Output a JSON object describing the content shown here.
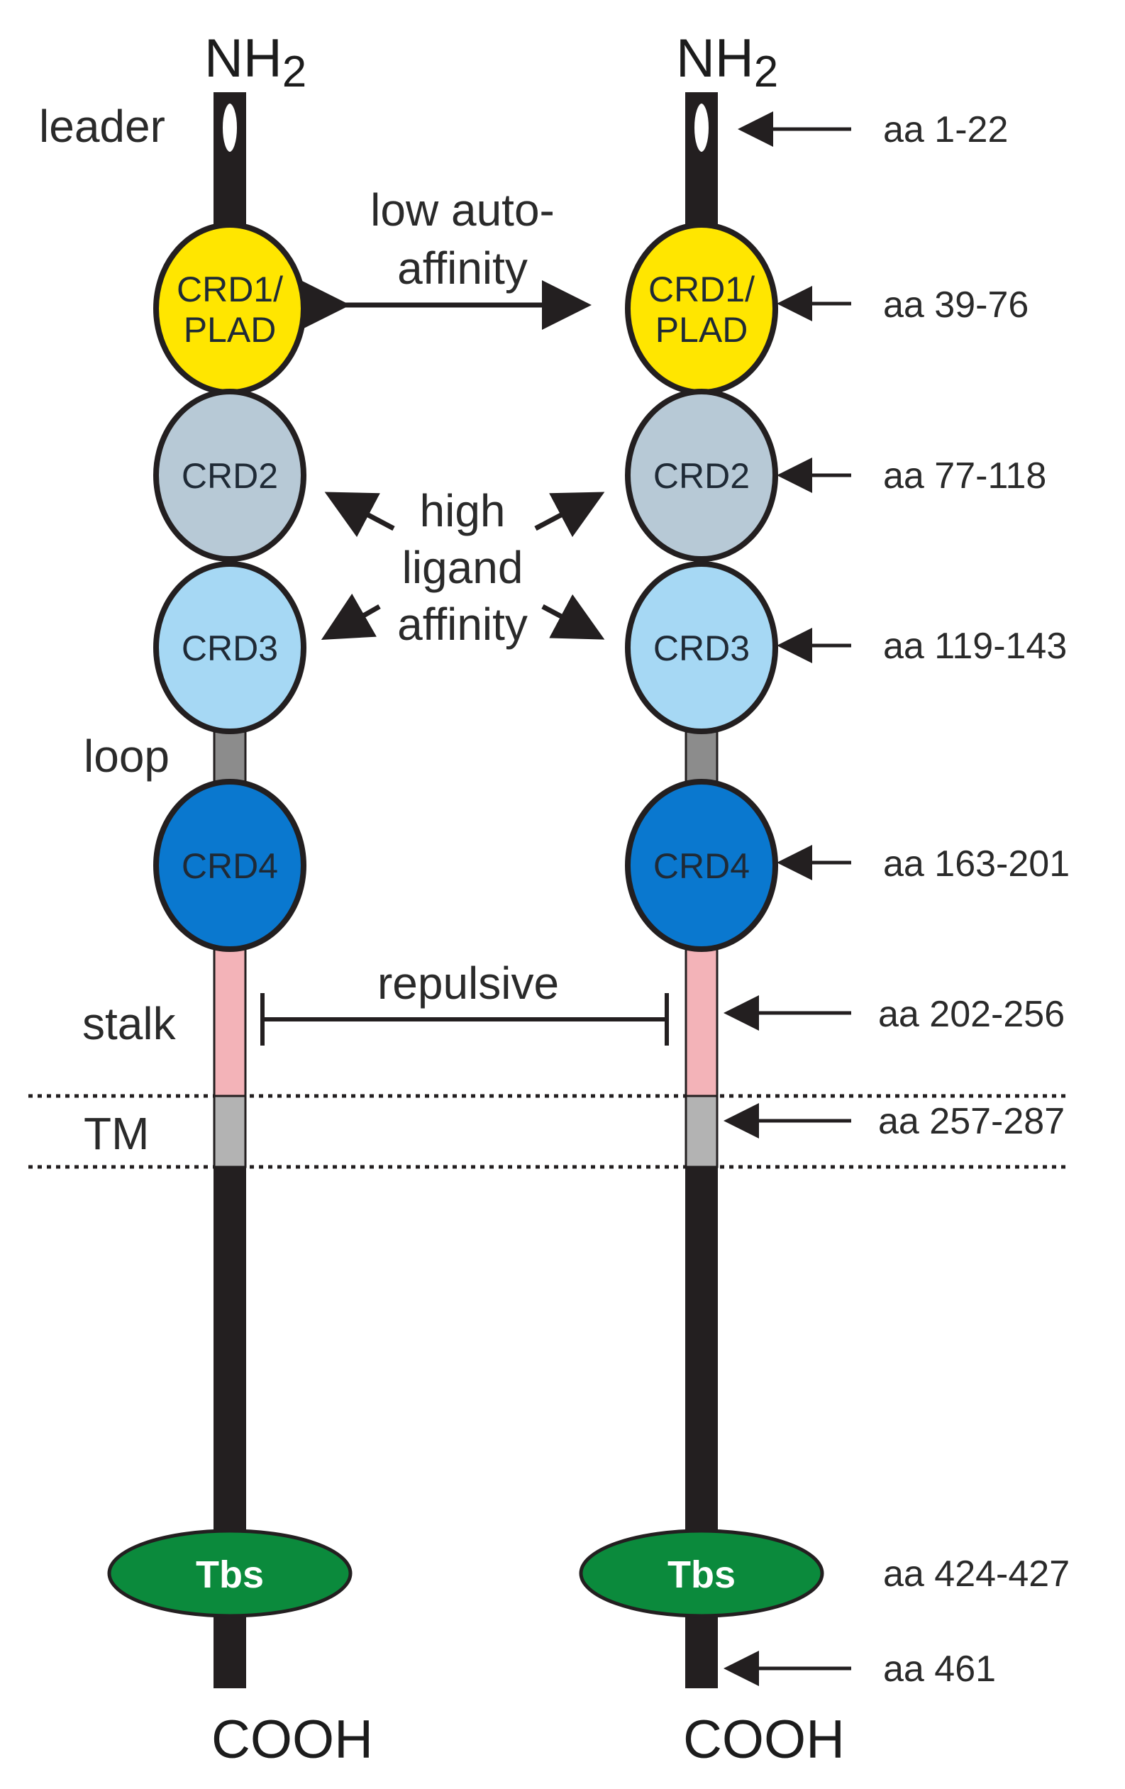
{
  "terminals": {
    "n_term": "NH",
    "n_sub": "2",
    "c_term": "COOH"
  },
  "left_labels": {
    "leader": "leader",
    "loop": "loop",
    "stalk": "stalk",
    "tm": "TM"
  },
  "domains": {
    "crd1_line1": "CRD1/",
    "crd1_line2": "PLAD",
    "crd2": "CRD2",
    "crd3": "CRD3",
    "crd4": "CRD4",
    "tbs": "Tbs"
  },
  "interactions": {
    "low_line1": "low auto-",
    "low_line2": "affinity",
    "high_line1": "high",
    "high_line2": "ligand",
    "high_line3": "affinity",
    "repulsive": "repulsive"
  },
  "residues": [
    "aa 1-22",
    "aa 39-76",
    "aa 77-118",
    "aa 119-143",
    "aa 163-201",
    "aa 202-256",
    "aa 257-287",
    "aa 424-427",
    "aa 461"
  ],
  "colors": {
    "backbone": "#231f20",
    "crd1": "#ffe600",
    "crd2": "#b7c9d6",
    "crd3": "#a6d8f4",
    "crd4": "#0a78cf",
    "loop": "#8c8c8c",
    "stalk": "#f3b3b8",
    "tm": "#b3b3b3",
    "tbs": "#0b8a3c"
  }
}
